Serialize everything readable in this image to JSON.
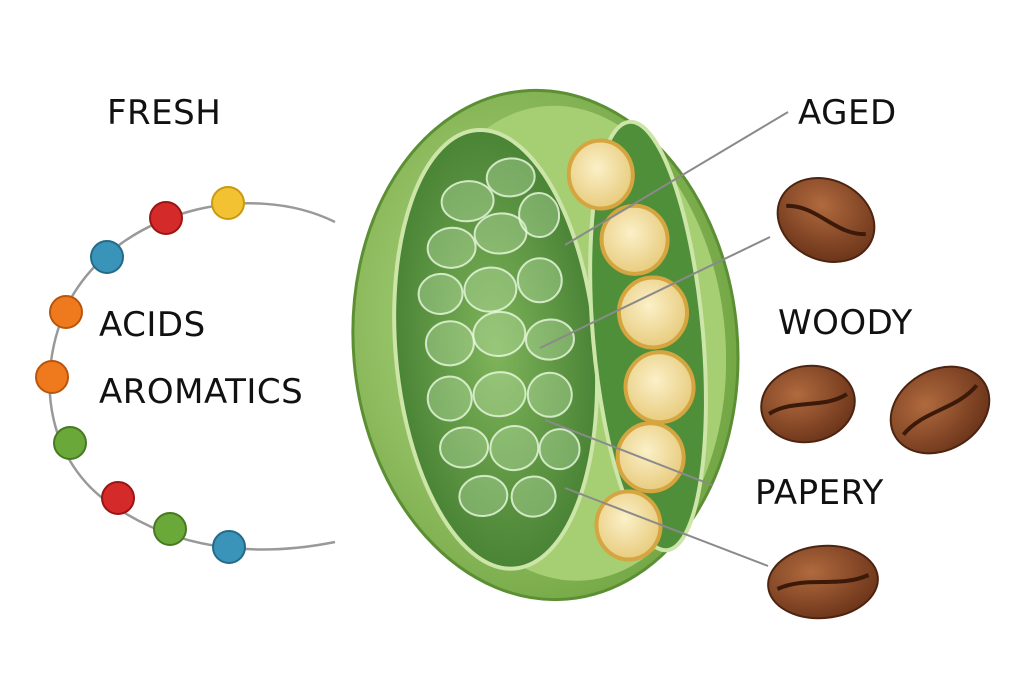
{
  "labels": {
    "fresh": "FRESH",
    "acids": "ACIDS",
    "aromatics": "AROMATICS",
    "aged": "AGED",
    "woody": "WOODY",
    "papery": "PAPERY"
  },
  "colors": {
    "bean_outer": "#8fbf5a",
    "bean_cavity": "#4f8f3a",
    "seed": "#f3dfa3",
    "roasted_bean": "#8a4a2a",
    "bead_yellow": "#f2c232",
    "bead_red": "#d42a2a",
    "bead_blue": "#3a93b8",
    "bead_orange": "#ef7a1e",
    "bead_green": "#6aa83a"
  }
}
